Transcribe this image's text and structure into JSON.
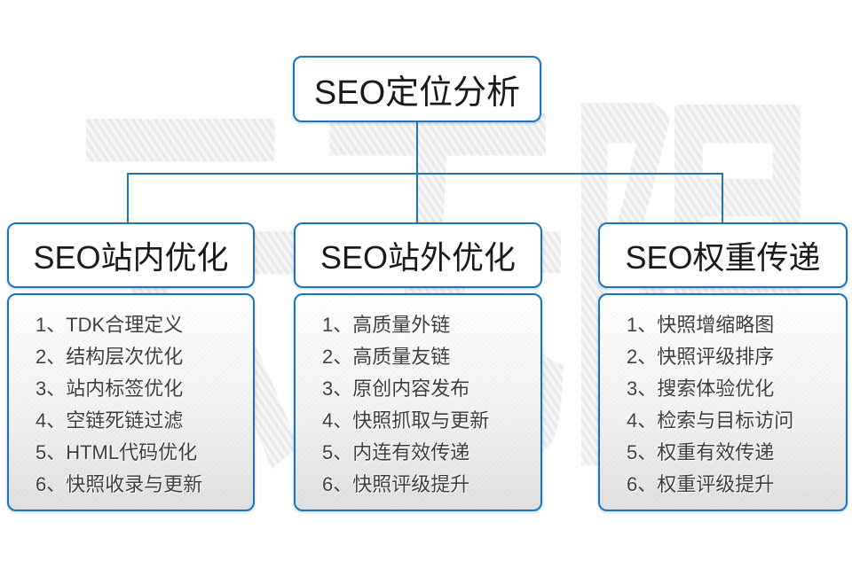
{
  "watermark": "云无限",
  "root_box": {
    "title": "SEO定位分析"
  },
  "columns": [
    {
      "title": "SEO站内优化",
      "items": [
        "1、TDK合理定义",
        "2、结构层次优化",
        "3、站内标签优化",
        "4、空链死链过滤",
        "5、HTML代码优化",
        "6、快照收录与更新"
      ]
    },
    {
      "title": "SEO站外优化",
      "items": [
        "1、高质量外链",
        "2、高质量友链",
        "3、原创内容发布",
        "4、快照抓取与更新",
        "5、内连有效传递",
        "6、快照评级提升"
      ]
    },
    {
      "title": "SEO权重传递",
      "items": [
        "1、快照增缩略图",
        "2、快照评级排序",
        "3、搜索体验优化",
        "4、检索与目标访问",
        "5、权重有效传递",
        "6、权重评级提升"
      ]
    }
  ],
  "colors": {
    "accent_blue": "#1b74bd",
    "watermark_gray": "#ededed"
  }
}
